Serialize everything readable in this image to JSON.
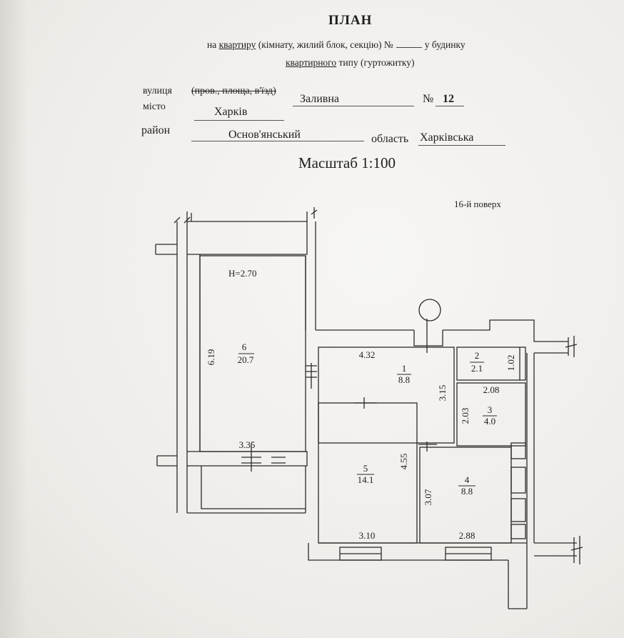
{
  "header": {
    "title": "ПЛАН",
    "subtitle_prefix": "на ",
    "subtitle_flat": "квартиру",
    "subtitle_rest": " (кімнату, жилий блок, секцію) №",
    "subtitle_suffix": "у будинку",
    "building_type": "квартирного",
    "building_type_rest": " типу (гуртожитку)"
  },
  "address": {
    "street_label": "вулиця",
    "street_alt": "(пров., площа, в'їзд)",
    "street_value": "Заливна",
    "number_label": "№",
    "number_value": "12",
    "city_label": "місто",
    "city_value": "Харків",
    "district_label": "район",
    "district_value": "Основ'янський",
    "region_label": "область",
    "region_value": "Харківська"
  },
  "scale": "Масштаб 1:100",
  "floor": "16-й поверх",
  "plan": {
    "ceiling_height": "Н=2.70",
    "rooms": [
      {
        "number": "6",
        "area": "20.7"
      },
      {
        "number": "1",
        "area": "8.8"
      },
      {
        "number": "2",
        "area": "2.1"
      },
      {
        "number": "3",
        "area": "4.0"
      },
      {
        "number": "5",
        "area": "14.1"
      },
      {
        "number": "4",
        "area": "8.8"
      }
    ],
    "dimensions": {
      "room6_side": "6.19",
      "room6_bottom": "3.35",
      "room1_top": "4.32",
      "room1_side": "3.15",
      "room2_side": "1.02",
      "room3_top": "2.08",
      "room3_side": "2.03",
      "room5_side": "4.55",
      "room5_bottom": "3.10",
      "room4_side": "3.07",
      "room4_bottom": "2.88"
    }
  }
}
